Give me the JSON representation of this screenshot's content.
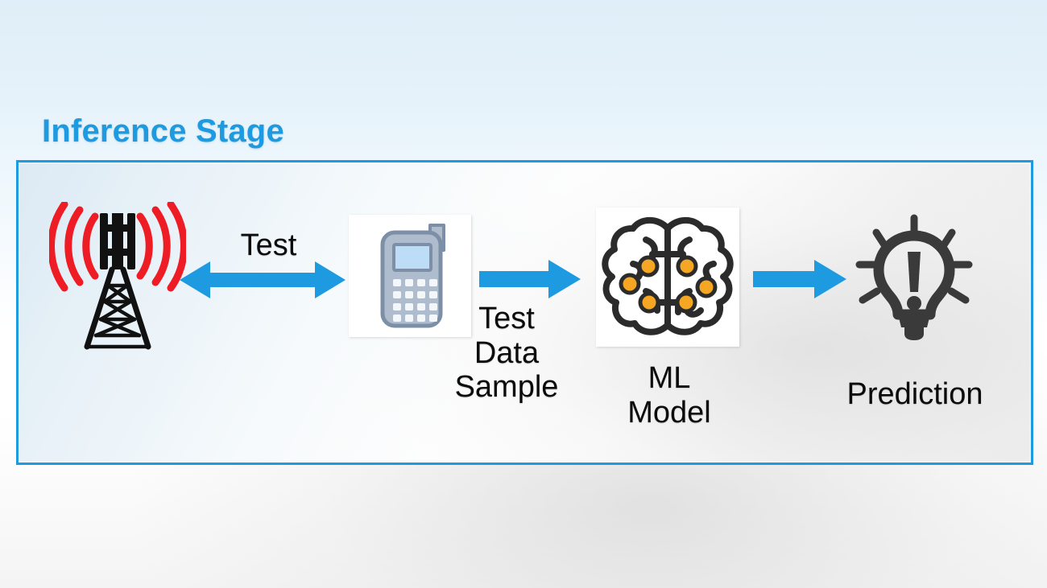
{
  "title": "Inference Stage",
  "colors": {
    "accent_blue": "#1e9ae0",
    "arrow_blue": "#1e9ae0",
    "signal_red": "#ee1c24",
    "tower_black": "#111111",
    "brain_outline": "#2b2b2b",
    "brain_node_orange": "#f5a623",
    "phone_body": "#9fb0c4",
    "phone_screen": "#bddcf5",
    "bulb_dark": "#3a3a3a",
    "text_black": "#0b0b0b",
    "tile_white": "#ffffff"
  },
  "diagram": {
    "box_label": "Inference Stage",
    "nodes": [
      {
        "id": "cell-tower",
        "icon": "cell-tower-icon",
        "label": ""
      },
      {
        "id": "mobile-phone",
        "icon": "mobile-phone-icon",
        "label": "Test\nData\nSample"
      },
      {
        "id": "ml-model",
        "icon": "brain-icon",
        "label": "ML\nModel"
      },
      {
        "id": "prediction",
        "icon": "lightbulb-icon",
        "label": "Prediction"
      }
    ],
    "edges": [
      {
        "id": "tower-phone",
        "from": "cell-tower",
        "to": "mobile-phone",
        "label": "Test",
        "direction": "bidirectional"
      },
      {
        "id": "phone-brain",
        "from": "mobile-phone",
        "to": "ml-model",
        "label": "",
        "direction": "forward"
      },
      {
        "id": "brain-bulb",
        "from": "ml-model",
        "to": "prediction",
        "label": "",
        "direction": "forward"
      }
    ],
    "labels": {
      "test": "Test",
      "test_data_sample": "Test\nData\nSample",
      "ml_model": "ML\nModel",
      "prediction": "Prediction"
    }
  }
}
